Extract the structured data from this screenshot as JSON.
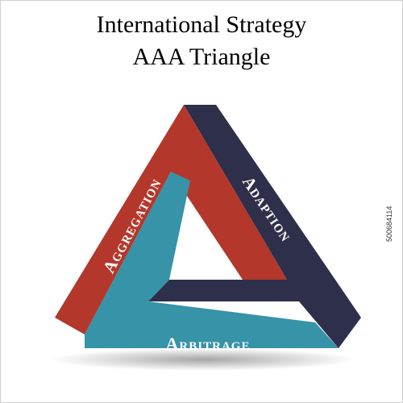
{
  "title": {
    "line1": "International Strategy",
    "line2": "AAA Triangle"
  },
  "sides": {
    "left": "Aggregation",
    "right": "Adaption",
    "bottom": "Arbitrage"
  },
  "colors": {
    "red": "#B3382B",
    "navy": "#2E2F4A",
    "teal": "#3793A7",
    "label": "#ffffff"
  },
  "watermark": "500684114"
}
